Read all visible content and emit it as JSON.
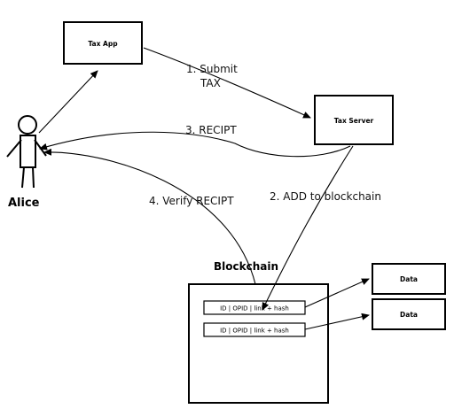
{
  "nodes": {
    "tax_app": "Tax App",
    "tax_server": "Tax Server",
    "data_1": "Data",
    "data_2": "Data"
  },
  "actor": {
    "name": "Alice"
  },
  "blockchain": {
    "title": "Blockchain",
    "records": [
      "ID | OPID | link + hash",
      "ID | OPID | link + hash"
    ]
  },
  "edges": {
    "submit_line1": "1. Submit",
    "submit_line2": "TAX",
    "recipt": "3. RECIPT",
    "add": "2. ADD to blockchain",
    "verify": "4. Verify RECIPT"
  }
}
